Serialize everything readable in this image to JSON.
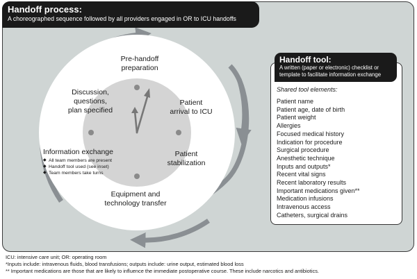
{
  "header": {
    "title": "Handoff process:",
    "subtitle": "A choreographed sequence followed by all providers engaged in OR to ICU handoffs"
  },
  "stages": {
    "pre_handoff": [
      "Pre-handoff",
      "preparation"
    ],
    "patient_arrival": [
      "Patient",
      "arrival to ICU"
    ],
    "patient_stabilization": [
      "Patient",
      "stabilization"
    ],
    "equipment_transfer": [
      "Equipment and",
      "technology transfer"
    ],
    "information_exchange": {
      "title": "Information exchange",
      "bullets": [
        "All team members are present",
        "Handoff tool used (see inset)",
        "Team members take turns"
      ]
    },
    "discussion": [
      "Discussion,",
      "questions,",
      "plan specified"
    ]
  },
  "tool": {
    "title": "Handoff tool:",
    "subtitle": [
      "A written (paper or electronic) checklist or",
      "template to facilitate information exchange"
    ],
    "shared_label": "Shared tool elements:",
    "elements": [
      "Patient name",
      "Patient age, date of birth",
      "Patient weight",
      "Allergies",
      "Focused medical history",
      "Indication for procedure",
      "Surgical procedure",
      "Anesthetic technique",
      "Inputs and outputs*",
      "Recent vital signs",
      "Recent laboratory results",
      "Important medications given**",
      "Medication infusions",
      "Intravenous access",
      "Catheters, surgical drains"
    ]
  },
  "footnotes": [
    "ICU: intensive care unit; OR: operating room",
    "*Inputs include: intravenous fluids, blood transfusions; outputs include: urine output, estimated blood loss",
    "** Important medications are those that are likely to influence the immediate postoperative course. These include narcotics and antibiotics."
  ]
}
